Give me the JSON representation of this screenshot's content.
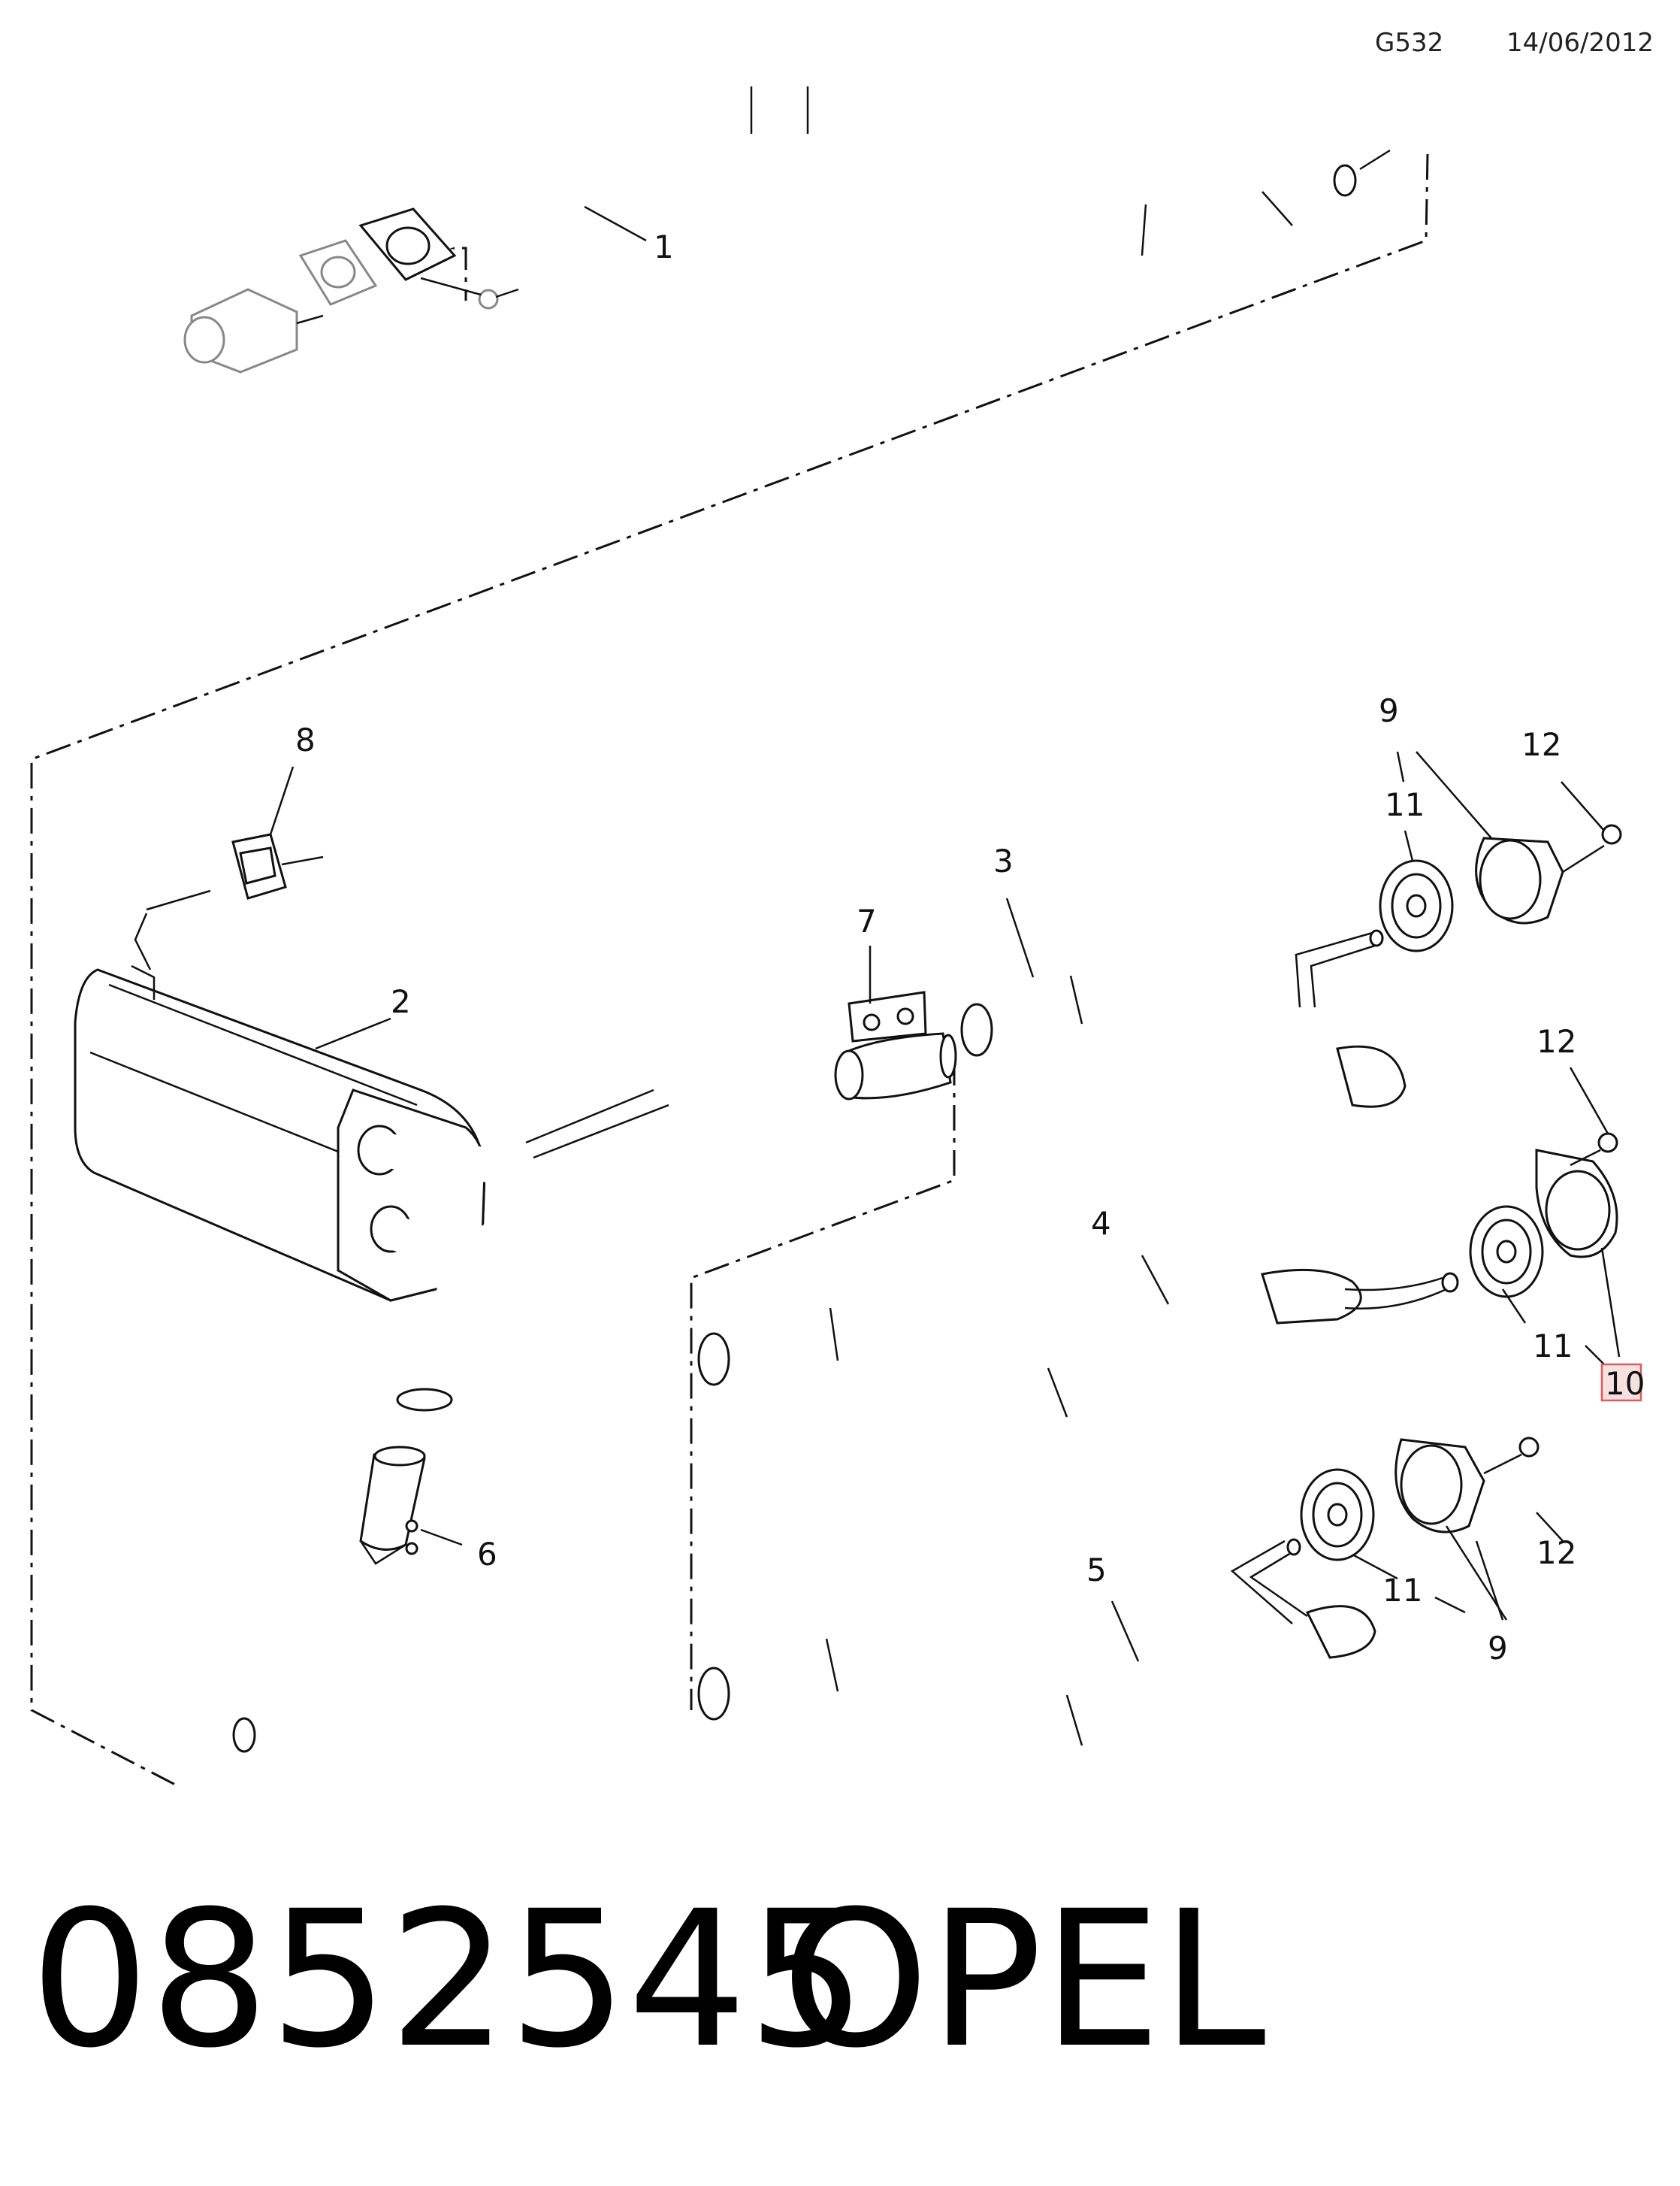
{
  "header": {
    "diagram_code": "G532",
    "date": "14/06/2012"
  },
  "footer": {
    "part_number": "0852545",
    "brand": "OPEL"
  },
  "callouts": [
    {
      "id": "c1",
      "text": "1"
    },
    {
      "id": "c2",
      "text": "2"
    },
    {
      "id": "c3",
      "text": "3"
    },
    {
      "id": "c4",
      "text": "4"
    },
    {
      "id": "c5",
      "text": "5"
    },
    {
      "id": "c6",
      "text": "6"
    },
    {
      "id": "c7",
      "text": "7"
    },
    {
      "id": "c8",
      "text": "8"
    },
    {
      "id": "c9a",
      "text": "9"
    },
    {
      "id": "c9b",
      "text": "9"
    },
    {
      "id": "c10",
      "text": "10",
      "highlighted": true
    },
    {
      "id": "c11a",
      "text": "11"
    },
    {
      "id": "c11b",
      "text": "11"
    },
    {
      "id": "c11c",
      "text": "11"
    },
    {
      "id": "c12a",
      "text": "12"
    },
    {
      "id": "c12b",
      "text": "12"
    },
    {
      "id": "c12c",
      "text": "12"
    }
  ],
  "colors": {
    "line": "#111111",
    "highlight_fill": "#f7e0e0",
    "highlight_border": "#e05a5a"
  }
}
